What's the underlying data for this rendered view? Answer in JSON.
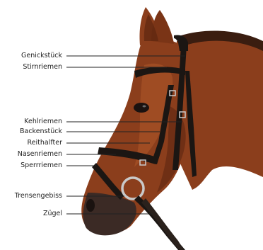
{
  "diagram": {
    "subject": "horse-head-with-bridle",
    "colors": {
      "coat": "#8b3e1c",
      "coat_shadow": "#5e2710",
      "coat_highlight": "#b0572a",
      "mane": "#3a1d10",
      "muzzle": "#3b2a25",
      "leather": "#1b1613",
      "metal": "#c9c9c9",
      "leader_line": "#222222",
      "label_text": "#222222"
    },
    "labels": [
      {
        "id": "genickstueck",
        "text": "Genickstück"
      },
      {
        "id": "stirnriemen",
        "text": "Stirnriemen"
      },
      {
        "id": "kehlriemen",
        "text": "Kehlriemen"
      },
      {
        "id": "backenstueck",
        "text": "Backenstück"
      },
      {
        "id": "reithalfter",
        "text": "Reithalfter"
      },
      {
        "id": "nasenriemen",
        "text": "Nasenriemen"
      },
      {
        "id": "sperrriemen",
        "text": "Sperrriemen"
      },
      {
        "id": "trensengebiss",
        "text": "Trensengebiss"
      },
      {
        "id": "zuegel",
        "text": "Zügel"
      }
    ]
  }
}
